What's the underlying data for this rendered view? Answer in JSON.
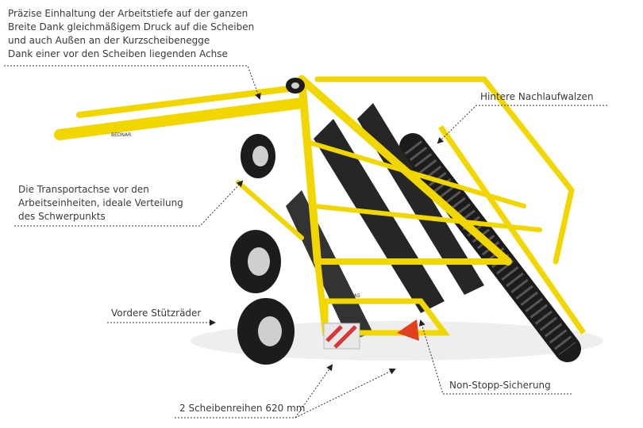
{
  "callouts": {
    "depth": [
      "Präzise Einhaltung der Arbeitstiefe auf der ganzen",
      "Breite Dank gleichmäßigem Druck auf die Scheiben",
      "und auch Außen an der Kurzscheibenegge",
      "Dank einer vor den Scheiben liegenden Achse"
    ],
    "rear_rollers": "Hintere Nachlaufwalzen",
    "transport_axle": [
      "Die Transportachse vor den",
      "Arbeitseinheiten, ideale Verteilung",
      "des Schwerpunkts"
    ],
    "front_wheels": "Vordere Stützräder",
    "disc_rows": "2 Scheibenreihen 620 mm",
    "non_stop": "Non-Stopp-Sicherung"
  },
  "machine": {
    "brand_mark": "BEDNAR",
    "model_mark": "ATLAS"
  },
  "colors": {
    "frame": "#f2d600",
    "frame_dark": "#c9a800",
    "tyre": "#1c1c1c",
    "rim": "#cfcfcf",
    "line": "#333333"
  }
}
